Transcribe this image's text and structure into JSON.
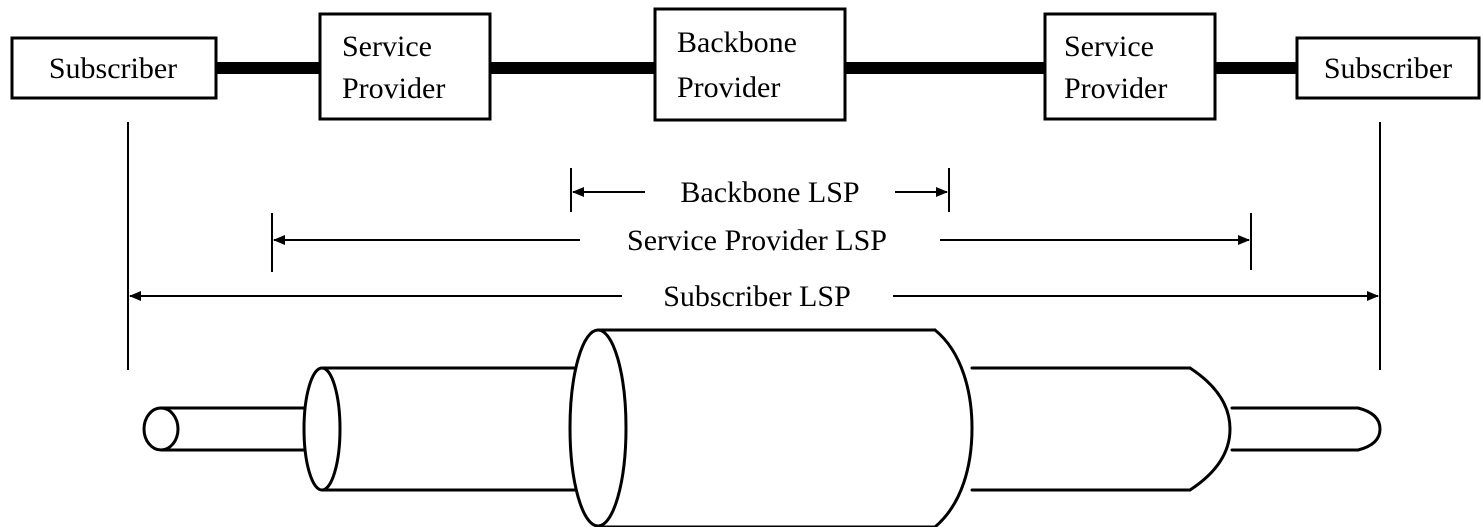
{
  "nodes": [
    {
      "id": "subscriber-left",
      "lines": [
        "Subscriber"
      ]
    },
    {
      "id": "service-provider-left",
      "lines": [
        "Service",
        "Provider"
      ]
    },
    {
      "id": "backbone-provider",
      "lines": [
        "Backbone",
        "Provider"
      ]
    },
    {
      "id": "service-provider-right",
      "lines": [
        "Service",
        "Provider"
      ]
    },
    {
      "id": "subscriber-right",
      "lines": [
        "Subscriber"
      ]
    }
  ],
  "lsps": [
    {
      "id": "backbone-lsp",
      "label": "Backbone LSP"
    },
    {
      "id": "service-provider-lsp",
      "label": "Service Provider LSP"
    },
    {
      "id": "subscriber-lsp",
      "label": "Subscriber LSP"
    }
  ]
}
